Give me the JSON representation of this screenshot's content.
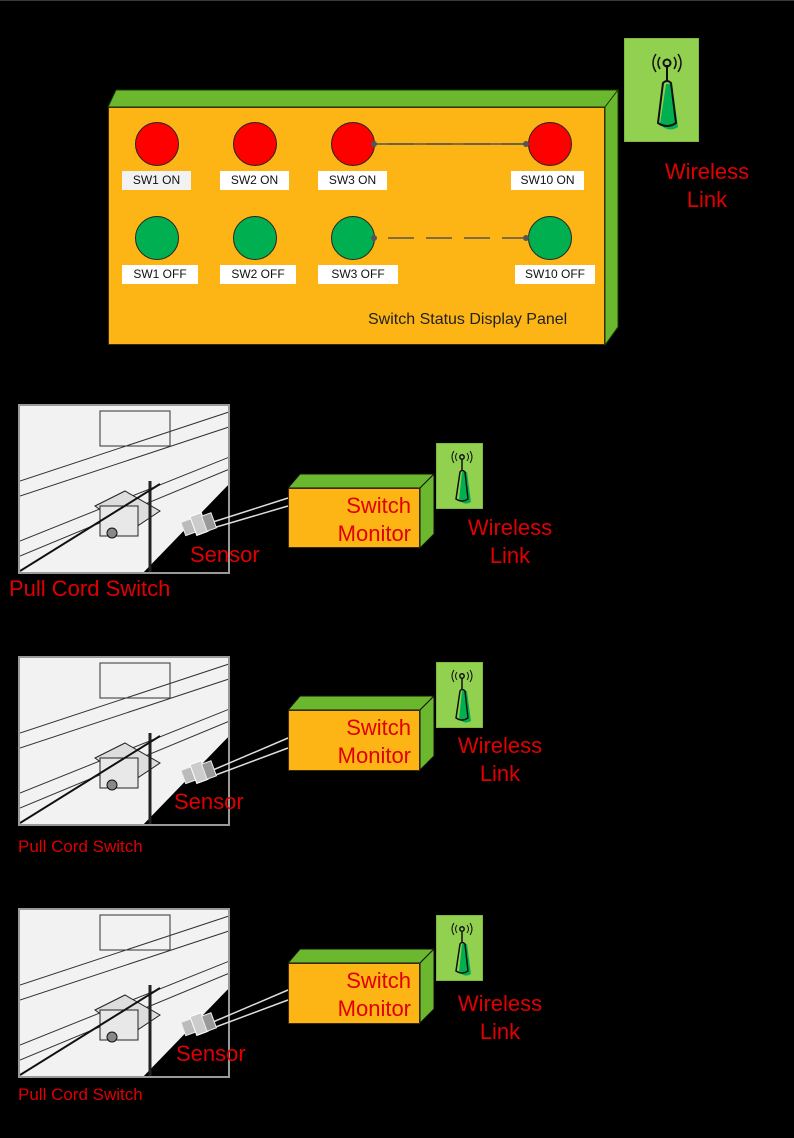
{
  "panel": {
    "title": "Switch Status Display Panel",
    "on_switches": [
      {
        "label": "SW1 ON",
        "state": "on"
      },
      {
        "label": "SW2 ON",
        "state": "on"
      },
      {
        "label": "SW3 ON",
        "state": "on"
      },
      {
        "label": "SW10 ON",
        "state": "on"
      }
    ],
    "off_switches": [
      {
        "label": "SW1 OFF",
        "state": "off"
      },
      {
        "label": "SW2 OFF",
        "state": "off"
      },
      {
        "label": "SW3 OFF",
        "state": "off"
      },
      {
        "label": "SW10 OFF",
        "state": "off"
      }
    ],
    "colors": {
      "face": "#fdb515",
      "top": "#6bb82f",
      "on": "#ff0000",
      "off": "#00b050"
    }
  },
  "panel_wireless": {
    "line1": "Wireless",
    "line2": "Link",
    "icon": "antenna-icon"
  },
  "stations": [
    {
      "pull_cord_label": "Pull Cord Switch",
      "sensor_label": "Sensor",
      "monitor_line1": "Switch",
      "monitor_line2": "Monitor",
      "wireless_line1": "Wireless",
      "wireless_line2": "Link"
    },
    {
      "pull_cord_label": "Pull Cord Switch",
      "sensor_label": "Sensor",
      "monitor_line1": "Switch",
      "monitor_line2": "Monitor",
      "wireless_line1": "Wireless",
      "wireless_line2": "Link"
    },
    {
      "pull_cord_label": "Pull Cord Switch",
      "sensor_label": "Sensor",
      "monitor_line1": "Switch",
      "monitor_line2": "Monitor",
      "wireless_line1": "Wireless",
      "wireless_line2": "Link"
    }
  ],
  "colors": {
    "label_red": "#e00000",
    "wireless_bg": "#92d050"
  }
}
